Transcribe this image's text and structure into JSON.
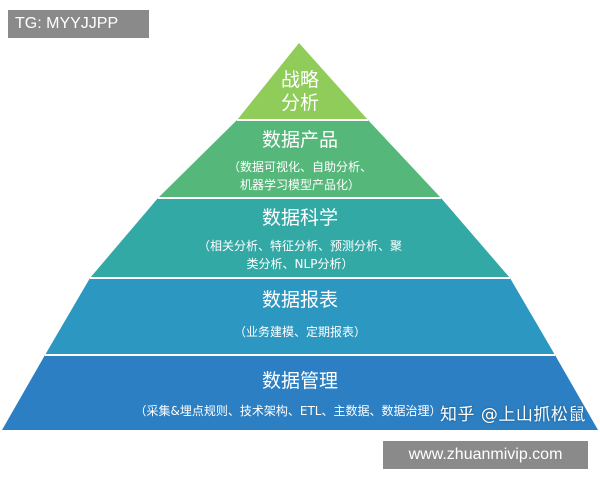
{
  "watermarks": {
    "top_left": "TG: MYYJJPP",
    "zhihu": "知乎 @上山抓松鼠",
    "site": "www.zhuanmivip.com"
  },
  "pyramid": {
    "levels": [
      {
        "title": "战略",
        "title2": "分析",
        "subtitle": "",
        "color": "#8fcc5a"
      },
      {
        "title": "数据产品",
        "subtitle": "（数据可视化、自助分析、",
        "subtitle2": "机器学习模型产品化）",
        "color": "#56b77a"
      },
      {
        "title": "数据科学",
        "subtitle": "（相关分析、特征分析、预测分析、聚",
        "subtitle2": "类分析、NLP分析）",
        "color": "#33a9a6"
      },
      {
        "title": "数据报表",
        "subtitle": "（业务建模、定期报表）",
        "subtitle2": "",
        "color": "#2c98c2"
      },
      {
        "title": "数据管理",
        "subtitle": "（采集&埋点规则、技术架构、ETL、主数据、数据治理）",
        "subtitle2": "",
        "color": "#2b7fc2"
      }
    ]
  }
}
